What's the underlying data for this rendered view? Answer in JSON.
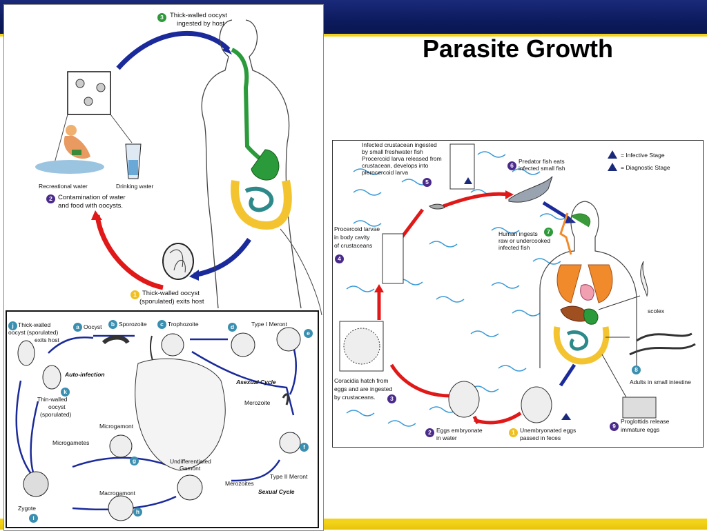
{
  "slide": {
    "title": "Parasite Growth"
  },
  "colors": {
    "header": "#0c1a5c",
    "accent": "#f3d21a"
  },
  "top_cycle": {
    "step3": {
      "num": "3",
      "text1": "Thick-walled oocyst",
      "text2": "ingested by host"
    },
    "step2": {
      "num": "2",
      "text1": "Contamination of water",
      "text2": "and food with oocysts."
    },
    "step1": {
      "num": "1",
      "text1": "Thick-walled oocyst",
      "text2": "(sporulated) exits host"
    },
    "recreational": "Recreational water",
    "drinking": "Drinking water"
  },
  "bottom_cycle": {
    "j": {
      "num": "j",
      "text1": "Thick-walled",
      "text2": "oocyst (sporulated)",
      "text3": "exits host"
    },
    "a": {
      "num": "a",
      "text": "Oocyst"
    },
    "b": {
      "num": "b",
      "text": "Sporozoite"
    },
    "c": {
      "num": "c",
      "text": "Trophozoite"
    },
    "d": {
      "num": "d",
      "text": "Type I Meront"
    },
    "e": {
      "num": "e"
    },
    "auto": "Auto-infection",
    "k": {
      "num": "k",
      "text1": "Thin-walled",
      "text2": "oocyst",
      "text3": "(sporulated)"
    },
    "asexual": "Asexual Cycle",
    "merozoite": "Merozoite",
    "microgamont": "Microgamont",
    "microgametes": "Microgametes",
    "g": {
      "num": "g"
    },
    "undiff1": "Undifferentiated",
    "undiff2": "Gamont",
    "f": {
      "num": "f"
    },
    "type2": "Type II Meront",
    "merozoites": "Merozoites",
    "sexual": "Sexual Cycle",
    "macrogamont": "Macrogamont",
    "h": {
      "num": "h"
    },
    "zygote": "Zygote",
    "i": {
      "num": "i"
    }
  },
  "right_cycle": {
    "legend_i": "= Infective Stage",
    "legend_d": "= Diagnostic Stage",
    "step5": {
      "num": "5",
      "l1": "Infected crustacean ingested",
      "l2": "by small freshwater fish",
      "l3": "Procercoid larva released from",
      "l4": "crustacean, develops into",
      "l5": "plerocercoid larva"
    },
    "step6": {
      "num": "6",
      "l1": "Predator fish eats",
      "l2": "infected small fish"
    },
    "step7": {
      "num": "7",
      "l1": "Human ingests",
      "l2": "raw or undercooked",
      "l3": "infected fish"
    },
    "step4": {
      "num": "4",
      "l1": "Procercoid larvae",
      "l2": "in body cavity",
      "l3": "of crustaceans"
    },
    "scolex": "scolex",
    "step8": {
      "num": "8",
      "text": "Adults in small intestine"
    },
    "step3": {
      "num": "3",
      "l1": "Coracidia hatch from",
      "l2": "eggs and are ingested",
      "l3": "by crustaceans."
    },
    "step2": {
      "num": "2",
      "l1": "Eggs embryonate",
      "l2": "in water"
    },
    "step1": {
      "num": "1",
      "l1": "Unembryonated eggs",
      "l2": "passed in feces"
    },
    "step9": {
      "num": "9",
      "l1": "Proglottids release",
      "l2": "immature eggs"
    }
  }
}
